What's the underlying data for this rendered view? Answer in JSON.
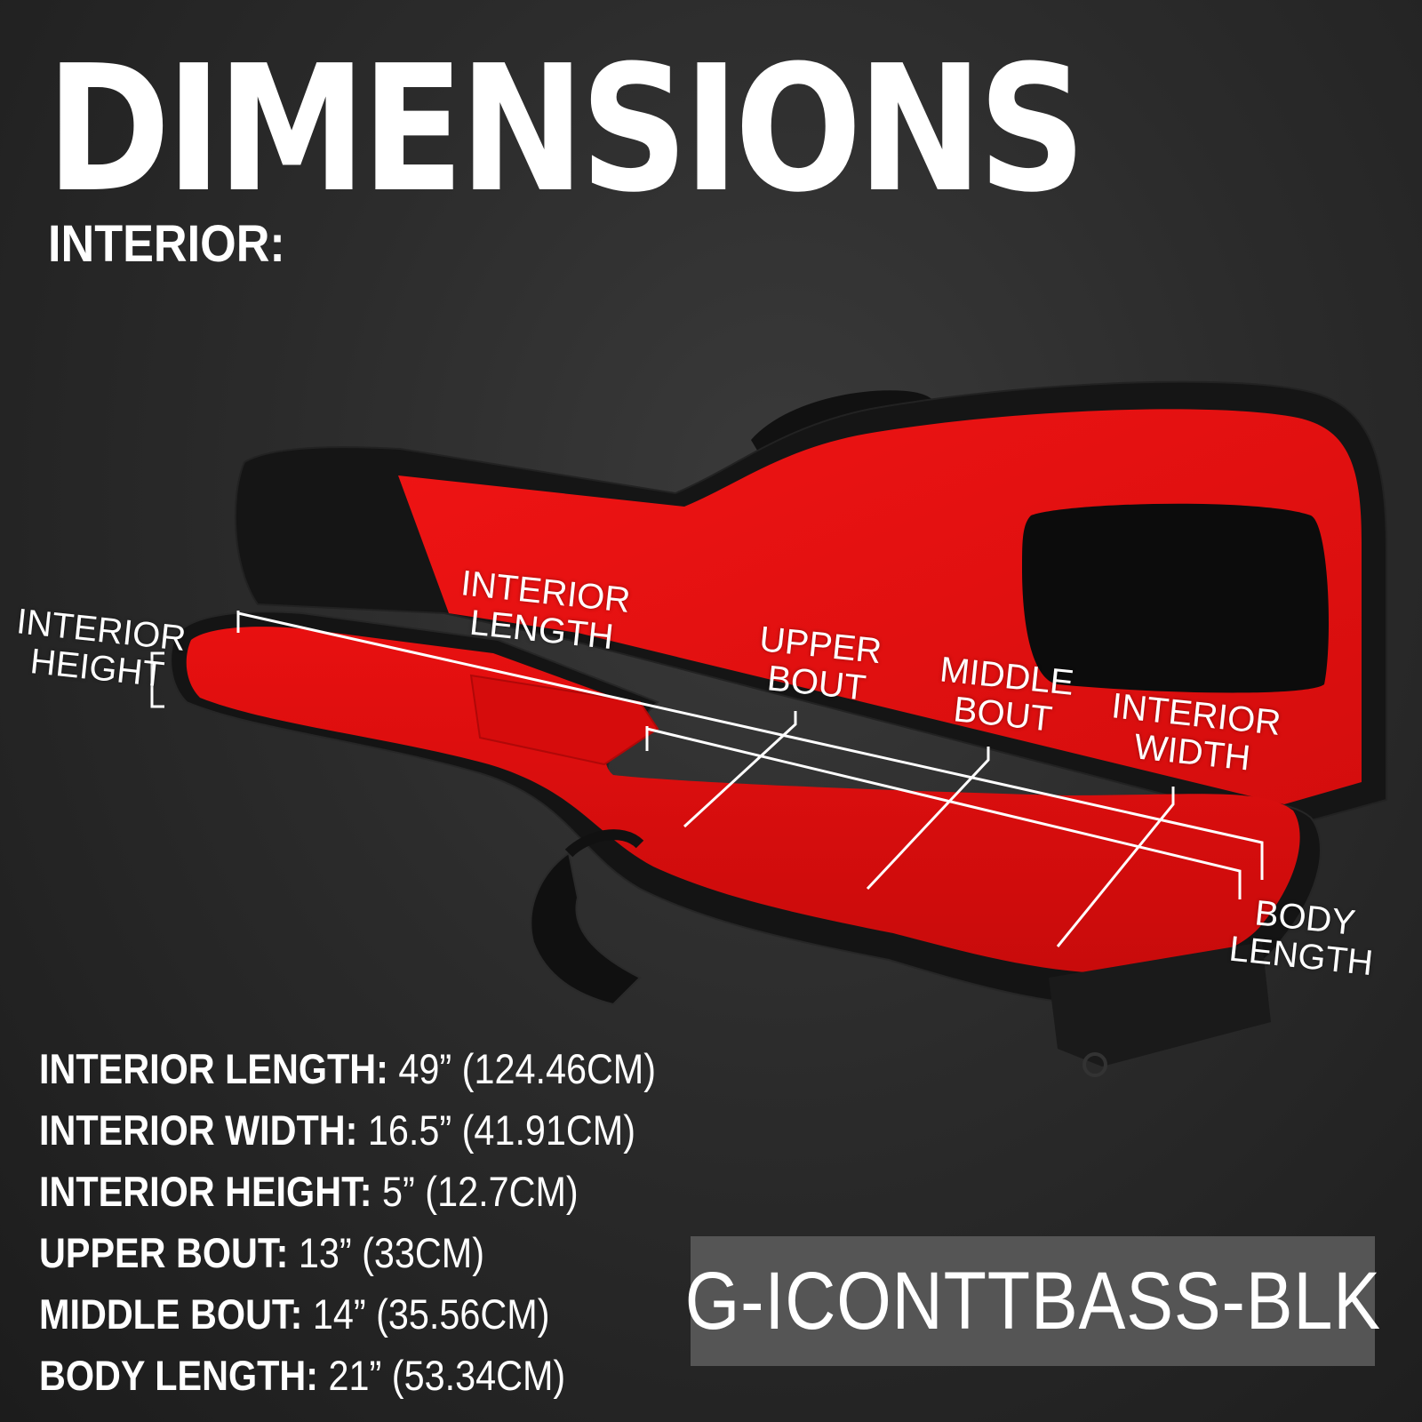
{
  "header": {
    "title": "DIMENSIONS",
    "subtitle": "INTERIOR:"
  },
  "annotations": {
    "interior_height": [
      "INTERIOR",
      "HEIGHT"
    ],
    "interior_length": [
      "INTERIOR",
      "LENGTH"
    ],
    "upper_bout": [
      "UPPER",
      "BOUT"
    ],
    "middle_bout": [
      "MIDDLE",
      "BOUT"
    ],
    "interior_width": [
      "INTERIOR",
      "WIDTH"
    ],
    "body_length": [
      "BODY",
      "LENGTH"
    ]
  },
  "specs": [
    {
      "label": "INTERIOR LENGTH:",
      "value": " 49” (124.46CM)"
    },
    {
      "label": "INTERIOR WIDTH:",
      "value": " 16.5” (41.91CM)"
    },
    {
      "label": "INTERIOR HEIGHT:",
      "value": " 5” (12.7CM)"
    },
    {
      "label": "UPPER BOUT:",
      "value": " 13” (33CM)"
    },
    {
      "label": "MIDDLE BOUT:",
      "value": " 14” (35.56CM)"
    },
    {
      "label": "BODY LENGTH:",
      "value": " 21” (53.34CM)"
    }
  ],
  "sku": "G-ICONTTBASS-BLK",
  "colors": {
    "lining_red": "#e8100f",
    "shell_black": "#161616",
    "sku_box": "#555555",
    "text": "#ffffff"
  }
}
